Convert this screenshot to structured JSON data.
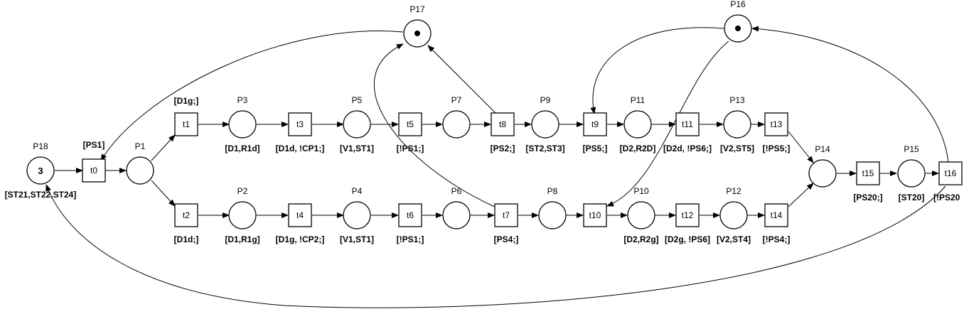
{
  "places": {
    "P1": {
      "name": "P1",
      "tokens": "",
      "annotation": ""
    },
    "P2": {
      "name": "P2",
      "tokens": "",
      "annotation": "[D1,R1g]"
    },
    "P3": {
      "name": "P3",
      "tokens": "",
      "annotation": "[D1,R1d]"
    },
    "P4": {
      "name": "P4",
      "tokens": "",
      "annotation": "[V1,ST1]"
    },
    "P5": {
      "name": "P5",
      "tokens": "",
      "annotation": "[V1,ST1]"
    },
    "P6": {
      "name": "P6",
      "tokens": "",
      "annotation": ""
    },
    "P7": {
      "name": "P7",
      "tokens": "",
      "annotation": ""
    },
    "P8": {
      "name": "P8",
      "tokens": "",
      "annotation": ""
    },
    "P9": {
      "name": "P9",
      "tokens": "",
      "annotation": "[ST2,ST3]"
    },
    "P10": {
      "name": "P10",
      "tokens": "",
      "annotation": "[D2,R2g]"
    },
    "P11": {
      "name": "P11",
      "tokens": "",
      "annotation": "[D2,R2D]"
    },
    "P12": {
      "name": "P12",
      "tokens": "",
      "annotation": "[V2,ST4]"
    },
    "P13": {
      "name": "P13",
      "tokens": "",
      "annotation": "[V2,ST5]"
    },
    "P14": {
      "name": "P14",
      "tokens": "",
      "annotation": ""
    },
    "P15": {
      "name": "P15",
      "tokens": "",
      "annotation": "[ST20]"
    },
    "P16": {
      "name": "P16",
      "tokens": "1",
      "annotation": ""
    },
    "P17": {
      "name": "P17",
      "tokens": "1",
      "annotation": ""
    },
    "P18": {
      "name": "P18",
      "tokens": "3",
      "annotation": "[ST21,ST22,ST24]"
    }
  },
  "transitions": {
    "t0": {
      "name": "t0",
      "annotation": "[PS1]"
    },
    "t1": {
      "name": "t1",
      "annotation": "[D1g;]"
    },
    "t2": {
      "name": "t2",
      "annotation": "[D1d;]"
    },
    "t3": {
      "name": "t3",
      "annotation": "[D1d, !CP1;]"
    },
    "t4": {
      "name": "t4",
      "annotation": "[D1g, !CP2;]"
    },
    "t5": {
      "name": "t5",
      "annotation": "[!PS1;]"
    },
    "t6": {
      "name": "t6",
      "annotation": "[!PS1;]"
    },
    "t7": {
      "name": "t7",
      "annotation": "[PS4;]"
    },
    "t8": {
      "name": "t8",
      "annotation": "[PS2;]"
    },
    "t9": {
      "name": "t9",
      "annotation": "[PS5;]"
    },
    "t10": {
      "name": "t10",
      "annotation": ""
    },
    "t11": {
      "name": "t11",
      "annotation": "[D2d, !PS6;]"
    },
    "t12": {
      "name": "t12",
      "annotation": "[D2g, !PS6]"
    },
    "t13": {
      "name": "t13",
      "annotation": "[!PS5;]"
    },
    "t14": {
      "name": "t14",
      "annotation": "[!PS4;]"
    },
    "t15": {
      "name": "t15",
      "annotation": "[PS20;]"
    },
    "t16": {
      "name": "t16",
      "annotation": "[!PS20"
    }
  }
}
